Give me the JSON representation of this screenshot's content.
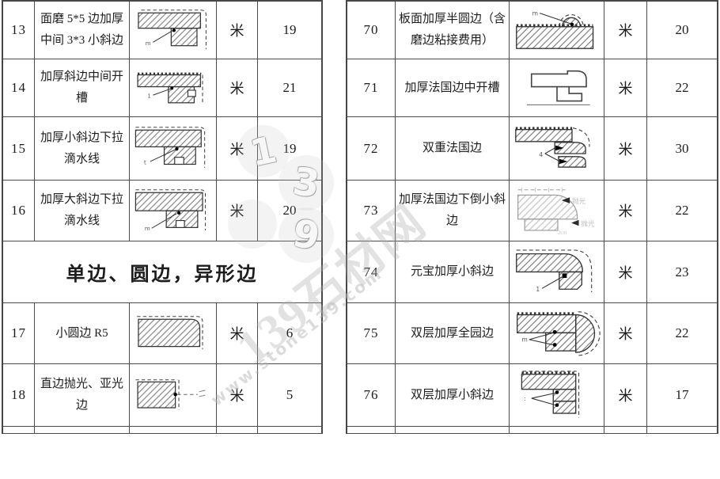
{
  "watermark": {
    "digits": [
      "1",
      "3",
      "9"
    ],
    "brand": "139石材网",
    "url": "www.stone139.com",
    "color": "#adadad"
  },
  "left_table": {
    "section_header": "单边、圆边，异形边",
    "rows": [
      {
        "no": "13",
        "desc": "面磨 5*5 边加厚中间 3*3 小斜边",
        "unit": "米",
        "price": "19",
        "diagram": "l-step-small-bevel"
      },
      {
        "no": "14",
        "desc": "加厚斜边中间开槽",
        "unit": "米",
        "price": "21",
        "diagram": "bevel-mid-groove"
      },
      {
        "no": "15",
        "desc": "加厚小斜边下拉滴水线",
        "unit": "米",
        "price": "19",
        "diagram": "small-bevel-drip"
      },
      {
        "no": "16",
        "desc": "加厚大斜边下拉滴水线",
        "unit": "米",
        "price": "20",
        "diagram": "big-bevel-drip"
      },
      {
        "no": "17",
        "desc": "小圆边 R5",
        "unit": "米",
        "price": "6",
        "diagram": "small-round-r5"
      },
      {
        "no": "18",
        "desc": "直边抛光、亚光边",
        "unit": "米",
        "price": "5",
        "diagram": "straight-polished"
      }
    ]
  },
  "right_table": {
    "rows": [
      {
        "no": "70",
        "desc": "板面加厚半圆边（含磨边粘接费用）",
        "unit": "米",
        "price": "20",
        "diagram": "top-half-round"
      },
      {
        "no": "71",
        "desc": "加厚法国边中开槽",
        "unit": "米",
        "price": "22",
        "diagram": "french-mid-groove"
      },
      {
        "no": "72",
        "desc": "双重法国边",
        "unit": "米",
        "price": "30",
        "diagram": "double-french"
      },
      {
        "no": "73",
        "desc": "加厚法国边下倒小斜边",
        "unit": "米",
        "price": "22",
        "diagram": "french-under-bevel",
        "diagram_labels": [
          "抛光",
          "抛光",
          "2cm"
        ]
      },
      {
        "no": "74",
        "desc": "元宝加厚小斜边",
        "unit": "米",
        "price": "23",
        "diagram": "ingot-small-bevel"
      },
      {
        "no": "75",
        "desc": "双层加厚全园边",
        "unit": "米",
        "price": "22",
        "diagram": "double-layer-full-round"
      },
      {
        "no": "76",
        "desc": "双层加厚小斜边",
        "unit": "米",
        "price": "17",
        "diagram": "double-layer-small-bevel"
      }
    ]
  }
}
